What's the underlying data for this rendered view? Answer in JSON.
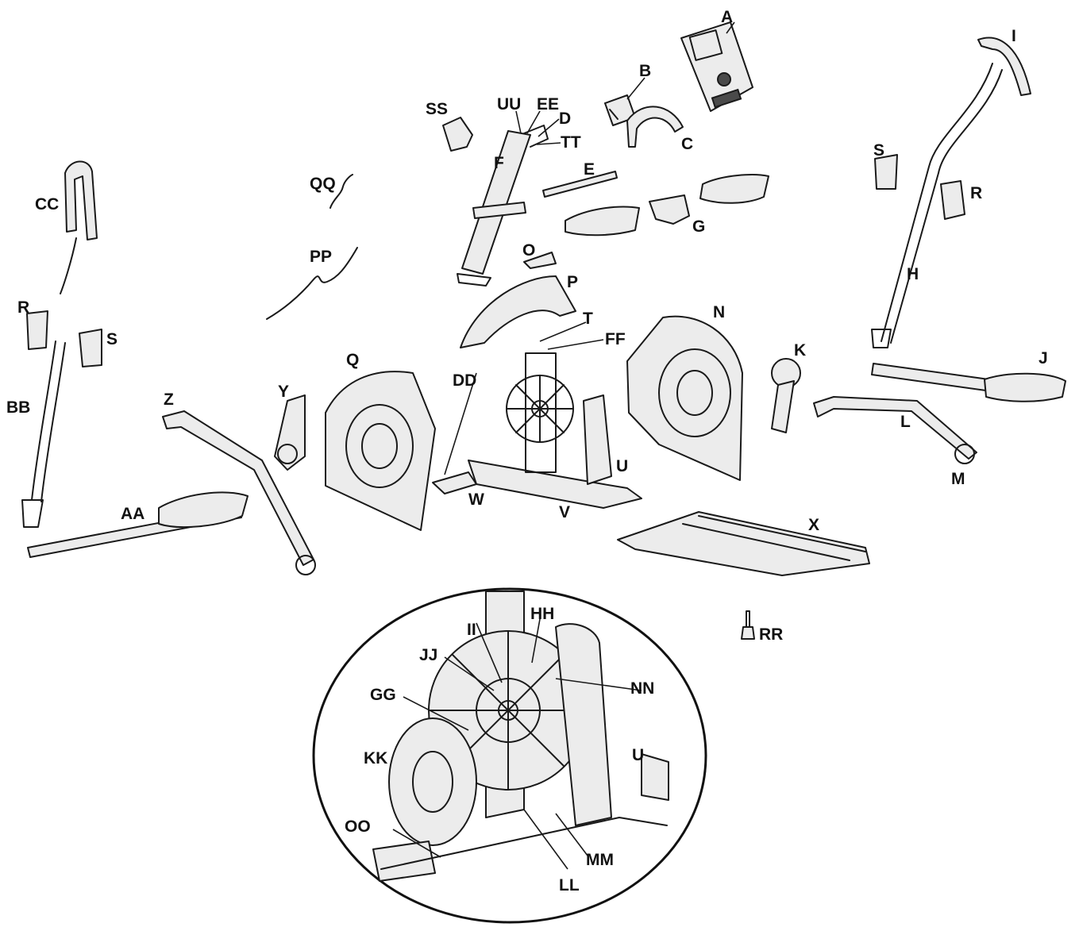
{
  "diagram": {
    "colors": {
      "line": "#1a1a1a",
      "fill": "#ececec",
      "background": "#ffffff"
    },
    "callouts": {
      "A": "A",
      "B": "B",
      "C": "C",
      "D": "D",
      "E": "E",
      "F": "F",
      "G": "G",
      "H": "H",
      "I": "I",
      "J": "J",
      "K": "K",
      "L": "L",
      "M": "M",
      "N": "N",
      "O": "O",
      "P": "P",
      "Q": "Q",
      "R1": "R",
      "R2": "R",
      "S1": "S",
      "S2": "S",
      "T": "T",
      "U1": "U",
      "U2": "U",
      "V": "V",
      "W": "W",
      "X": "X",
      "Y": "Y",
      "Z": "Z",
      "AA": "AA",
      "BB": "BB",
      "CC": "CC",
      "DD": "DD",
      "EE": "EE",
      "FF": "FF",
      "GG": "GG",
      "HH": "HH",
      "II": "II",
      "JJ": "JJ",
      "KK": "KK",
      "LL": "LL",
      "MM": "MM",
      "NN": "NN",
      "OO": "OO",
      "PP": "PP",
      "QQ": "QQ",
      "RR": "RR",
      "SS": "SS",
      "TT": "TT",
      "UU": "UU"
    }
  }
}
